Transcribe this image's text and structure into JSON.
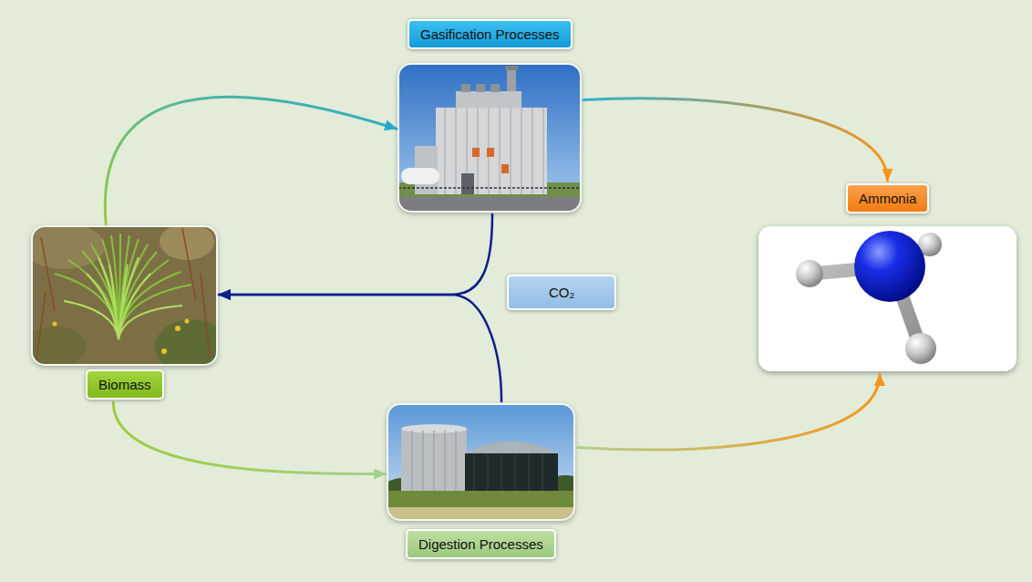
{
  "diagram": {
    "nodes": [
      {
        "text": [
          "Gasification Processes"
        ]
      },
      {
        "text": [
          "Ammonia"
        ]
      },
      {
        "text": [
          "Biomass"
        ]
      },
      {
        "text": [
          "CO₂"
        ]
      },
      {
        "text": [
          "Digestion Processes"
        ]
      }
    ],
    "edges": [
      {
        "from": 2,
        "to": 0,
        "arrow": "to"
      },
      {
        "from": 0,
        "to": 1,
        "arrow": "to"
      },
      {
        "from": 2,
        "to": 4,
        "arrow": "to"
      },
      {
        "from": 4,
        "to": 1,
        "arrow": "to"
      },
      {
        "from": 0,
        "to": 2,
        "arrow": "to"
      },
      {
        "from": 4,
        "to": 2,
        "arrow": "to"
      }
    ]
  }
}
